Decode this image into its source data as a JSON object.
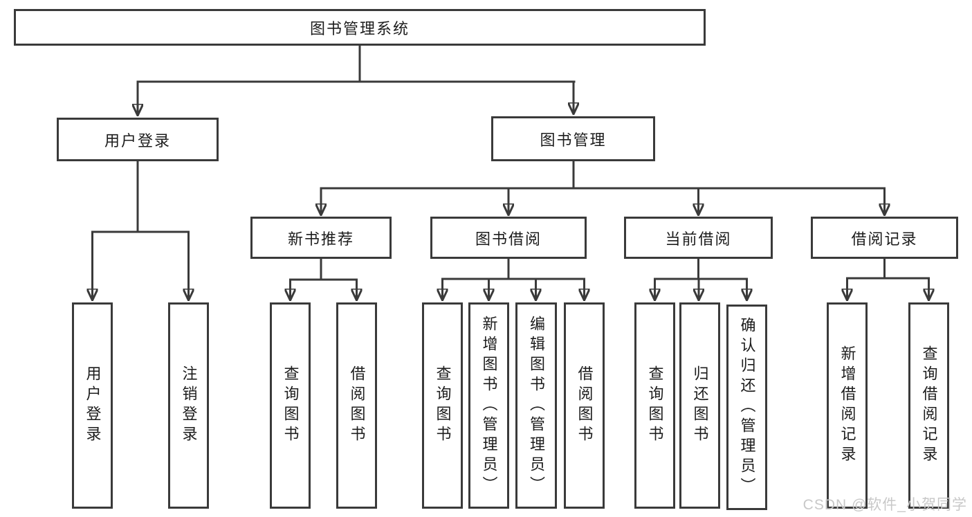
{
  "tree": {
    "root": {
      "label": "图书管理系统"
    },
    "level2": [
      {
        "label": "用户登录"
      },
      {
        "label": "图书管理"
      }
    ],
    "level3": [
      {
        "label": "新书推荐"
      },
      {
        "label": "图书借阅"
      },
      {
        "label": "当前借阅"
      },
      {
        "label": "借阅记录"
      }
    ],
    "leaves": {
      "login": [
        "用户登录",
        "注销登录"
      ],
      "newbook": [
        "查询图书",
        "借阅图书"
      ],
      "borrow": [
        "查询图书",
        "新增图书（管理员）",
        "编辑图书（管理员）",
        "借阅图书"
      ],
      "current": [
        "查询图书",
        "归还图书",
        "确认归还（管理员）"
      ],
      "records": [
        "新增借阅记录",
        "查询借阅记录"
      ]
    }
  },
  "watermark": "CSDN @软件_小贺同学",
  "colors": {
    "line": "#3a3a3a",
    "text": "#1c1c1c",
    "background": "#ffffff",
    "watermark": "#c8c8c8"
  }
}
